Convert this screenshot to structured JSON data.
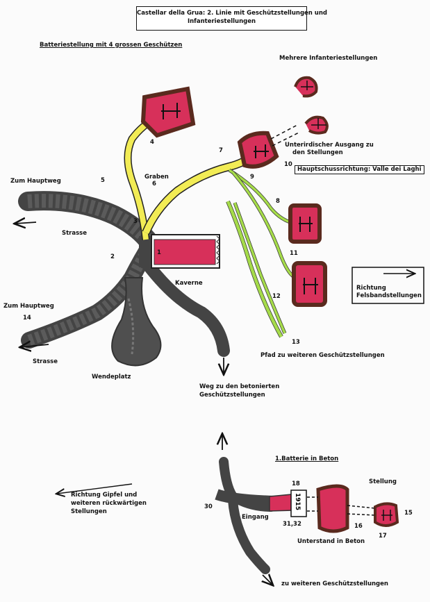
{
  "title": {
    "line1": "Castellar della Grua: 2. Linie mit Geschützstellungen und",
    "line2": "Infanteriestellungen"
  },
  "labels": {
    "battery": "Batteriestellung mit 4 grossen Geschützen",
    "infantry": "Mehrere Infanteriestellungen",
    "underground_1": "Unterirdischer Ausgang zu",
    "underground_2": "den Stellungen",
    "main_direction": "Hauptschussrichtung: Valle dei Laghi",
    "to_mainway_1": "Zum Hauptweg",
    "to_mainway_2": "Zum Hauptweg",
    "strasse_1": "Strasse",
    "strasse_2": "Strasse",
    "graben": "Graben",
    "kaverne": "Kaverne",
    "wendeplatz": "Wendeplatz",
    "direction_1": "Richtung",
    "direction_2": "Felsbandstellungen",
    "pfad": "Pfad zu weiteren Geschützstellungen",
    "weg_1": "Weg zu den betonierten",
    "weg_2": "Geschützstellungen",
    "battery_concrete": "1.Batterie in Beton",
    "stellung": "Stellung",
    "summit_1": "Richtung Gipfel und",
    "summit_2": "weiteren rückwärtigen",
    "summit_3": "Stellungen",
    "eingang": "Eingang",
    "unterstand": "Unterstand in Beton",
    "further": "zu weiteren Geschützstellungen",
    "year": "1915"
  },
  "numbers": {
    "n1": "1",
    "n2": "2",
    "n3": "3",
    "n4": "4",
    "n5": "5",
    "n6": "6",
    "n7": "7",
    "n8": "8",
    "n9": "9",
    "n10": "10",
    "n11": "11",
    "n12": "12",
    "n13": "13",
    "n14": "14",
    "n15": "15",
    "n16": "16",
    "n17": "17",
    "n18": "18",
    "n30": "30",
    "n3132": "31,32"
  },
  "colors": {
    "road": "#4a4a4a",
    "trench": "#f2ec55",
    "path": "#a6dc4a",
    "emplacement": "#d7305a",
    "emplacement_border": "#5a2a1e"
  }
}
